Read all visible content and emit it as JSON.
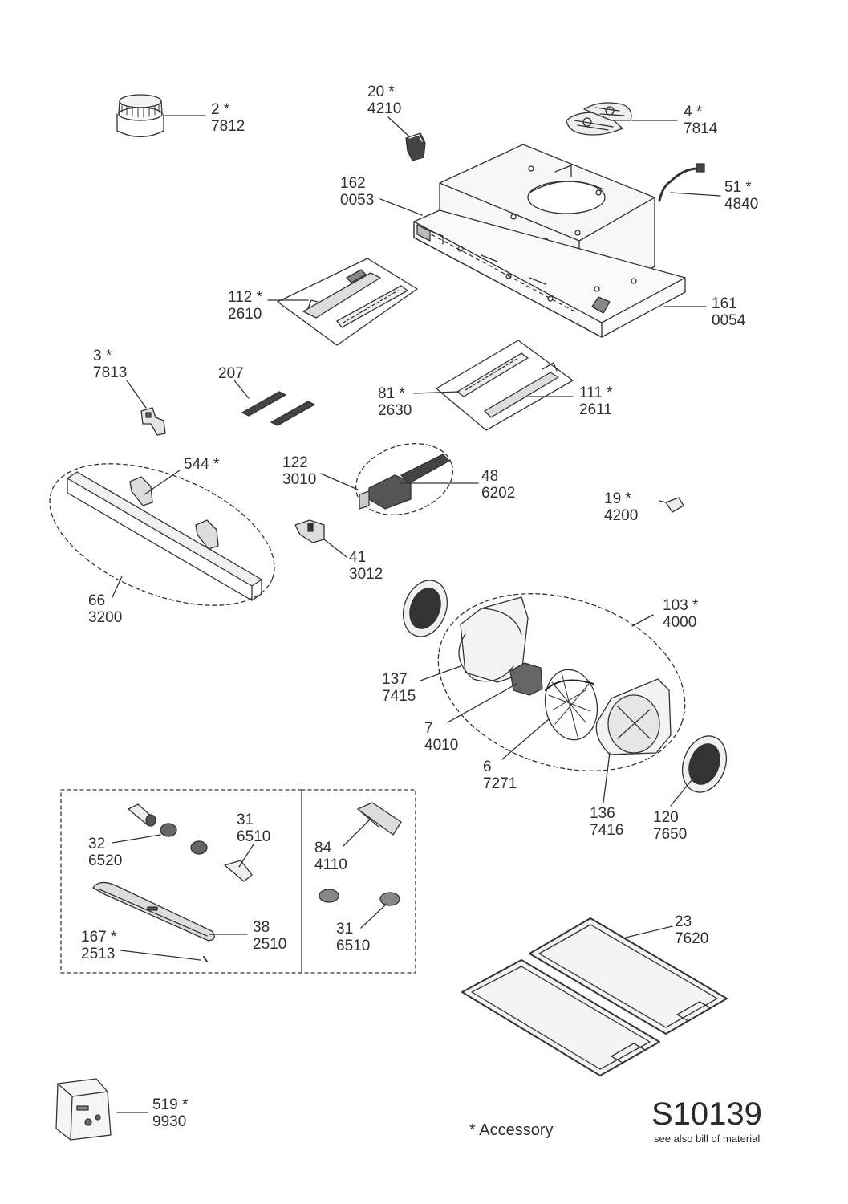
{
  "parts": [
    {
      "id": "p2",
      "num": "2 *",
      "code": "7812"
    },
    {
      "id": "p20",
      "num": "20 *",
      "code": "4210"
    },
    {
      "id": "p4",
      "num": "4 *",
      "code": "7814"
    },
    {
      "id": "p162",
      "num": "162",
      "code": "0053"
    },
    {
      "id": "p51",
      "num": "51 *",
      "code": "4840"
    },
    {
      "id": "p112",
      "num": "112 *",
      "code": "2610"
    },
    {
      "id": "p161",
      "num": "161",
      "code": "0054"
    },
    {
      "id": "p3",
      "num": "3 *",
      "code": "7813"
    },
    {
      "id": "p207",
      "num": "207",
      "code": ""
    },
    {
      "id": "p81",
      "num": "81 *",
      "code": "2630"
    },
    {
      "id": "p111",
      "num": "111 *",
      "code": "2611"
    },
    {
      "id": "p544",
      "num": "544 *",
      "code": ""
    },
    {
      "id": "p122",
      "num": "122",
      "code": "3010"
    },
    {
      "id": "p48",
      "num": "48",
      "code": "6202"
    },
    {
      "id": "p19",
      "num": "19 *",
      "code": "4200"
    },
    {
      "id": "p41",
      "num": "41",
      "code": "3012"
    },
    {
      "id": "p66",
      "num": "66",
      "code": "3200"
    },
    {
      "id": "p103",
      "num": "103 *",
      "code": "4000"
    },
    {
      "id": "p137",
      "num": "137",
      "code": "7415"
    },
    {
      "id": "p7",
      "num": "7",
      "code": "4010"
    },
    {
      "id": "p6",
      "num": "6",
      "code": "7271"
    },
    {
      "id": "p136",
      "num": "136",
      "code": "7416"
    },
    {
      "id": "p120",
      "num": "120",
      "code": "7650"
    },
    {
      "id": "p31a",
      "num": "31",
      "code": "6510"
    },
    {
      "id": "p32",
      "num": "32",
      "code": "6520"
    },
    {
      "id": "p84",
      "num": "84",
      "code": "4110"
    },
    {
      "id": "p38",
      "num": "38",
      "code": "2510"
    },
    {
      "id": "p167",
      "num": "167 *",
      "code": "2513"
    },
    {
      "id": "p31b",
      "num": "31",
      "code": "6510"
    },
    {
      "id": "p23",
      "num": "23",
      "code": "7620"
    },
    {
      "id": "p519",
      "num": "519 *",
      "code": "9930"
    }
  ],
  "footer": {
    "accessory_note": "* Accessory",
    "doc_code": "S10139",
    "doc_note": "see also bill of material"
  },
  "colors": {
    "line": "#333333",
    "ink": "#2f2f2f",
    "fill_light": "#f2f2f2",
    "fill_mid": "#d9d9d9",
    "fill_dark": "#555555"
  }
}
